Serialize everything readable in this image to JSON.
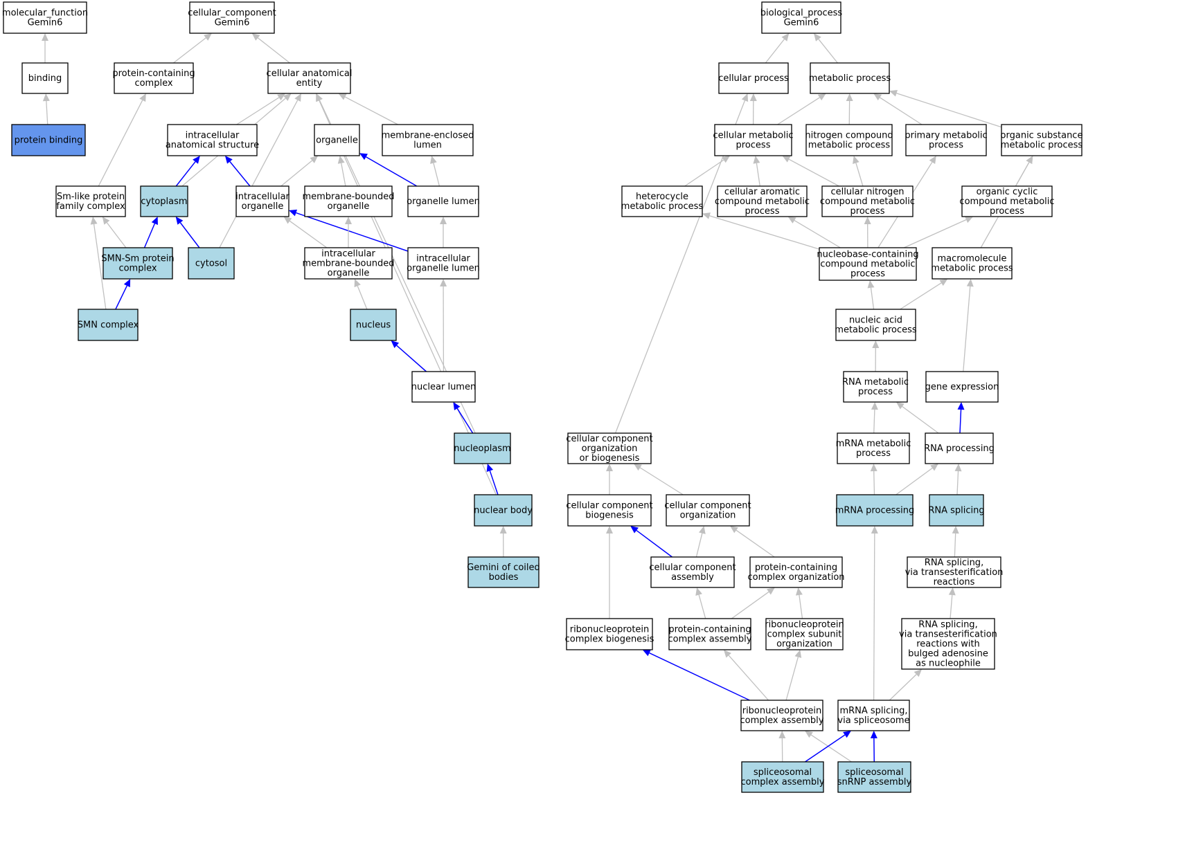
{
  "colors": {
    "default_fill": "#ffffff",
    "annotated_fill": "#add8e6",
    "primary_fill": "#6495ed",
    "gray_edge": "#c0c0c0",
    "blue_edge": "#0000ff"
  },
  "nodes": [
    {
      "id": "mf",
      "lines": [
        "molecular_function",
        "Gemin6"
      ],
      "fill": "default"
    },
    {
      "id": "binding",
      "lines": [
        "binding"
      ],
      "fill": "default"
    },
    {
      "id": "protein_binding",
      "lines": [
        "protein binding"
      ],
      "fill": "primary"
    },
    {
      "id": "cc",
      "lines": [
        "cellular_component",
        "Gemin6"
      ],
      "fill": "default"
    },
    {
      "id": "pcc",
      "lines": [
        "protein-containing",
        "complex"
      ],
      "fill": "default"
    },
    {
      "id": "cae",
      "lines": [
        "cellular anatomical",
        "entity"
      ],
      "fill": "default"
    },
    {
      "id": "ias",
      "lines": [
        "intracellular",
        "anatomical structure"
      ],
      "fill": "default"
    },
    {
      "id": "organelle",
      "lines": [
        "organelle"
      ],
      "fill": "default"
    },
    {
      "id": "mel",
      "lines": [
        "membrane-enclosed",
        "lumen"
      ],
      "fill": "default"
    },
    {
      "id": "smlike",
      "lines": [
        "Sm-like protein",
        "family complex"
      ],
      "fill": "default"
    },
    {
      "id": "cytoplasm",
      "lines": [
        "cytoplasm"
      ],
      "fill": "annotated"
    },
    {
      "id": "io",
      "lines": [
        "intracellular",
        "organelle"
      ],
      "fill": "default"
    },
    {
      "id": "mbo",
      "lines": [
        "membrane-bounded",
        "organelle"
      ],
      "fill": "default"
    },
    {
      "id": "ol",
      "lines": [
        "organelle lumen"
      ],
      "fill": "default"
    },
    {
      "id": "smnsm",
      "lines": [
        "SMN-Sm protein",
        "complex"
      ],
      "fill": "annotated"
    },
    {
      "id": "cytosol",
      "lines": [
        "cytosol"
      ],
      "fill": "annotated"
    },
    {
      "id": "imbo",
      "lines": [
        "intracellular",
        "membrane-bounded",
        "organelle"
      ],
      "fill": "default"
    },
    {
      "id": "iol",
      "lines": [
        "intracellular",
        "organelle lumen"
      ],
      "fill": "default"
    },
    {
      "id": "smn",
      "lines": [
        "SMN complex"
      ],
      "fill": "annotated"
    },
    {
      "id": "nucleus",
      "lines": [
        "nucleus"
      ],
      "fill": "annotated"
    },
    {
      "id": "nl",
      "lines": [
        "nuclear lumen"
      ],
      "fill": "default"
    },
    {
      "id": "np",
      "lines": [
        "nucleoplasm"
      ],
      "fill": "annotated"
    },
    {
      "id": "nb",
      "lines": [
        "nuclear body"
      ],
      "fill": "annotated"
    },
    {
      "id": "gemini",
      "lines": [
        "Gemini of coiled",
        "bodies"
      ],
      "fill": "annotated"
    },
    {
      "id": "bp",
      "lines": [
        "biological_process",
        "Gemin6"
      ],
      "fill": "default"
    },
    {
      "id": "cp",
      "lines": [
        "cellular process"
      ],
      "fill": "default"
    },
    {
      "id": "mp",
      "lines": [
        "metabolic process"
      ],
      "fill": "default"
    },
    {
      "id": "cmp",
      "lines": [
        "cellular metabolic",
        "process"
      ],
      "fill": "default"
    },
    {
      "id": "ncmp",
      "lines": [
        "nitrogen compound",
        "metabolic process"
      ],
      "fill": "default"
    },
    {
      "id": "pmp",
      "lines": [
        "primary metabolic",
        "process"
      ],
      "fill": "default"
    },
    {
      "id": "osmp",
      "lines": [
        "organic substance",
        "metabolic process"
      ],
      "fill": "default"
    },
    {
      "id": "hmp",
      "lines": [
        "heterocycle",
        "metabolic process"
      ],
      "fill": "default"
    },
    {
      "id": "cacmp",
      "lines": [
        "cellular aromatic",
        "compound metabolic",
        "process"
      ],
      "fill": "default"
    },
    {
      "id": "cncmp",
      "lines": [
        "cellular nitrogen",
        "compound metabolic",
        "process"
      ],
      "fill": "default"
    },
    {
      "id": "occmp",
      "lines": [
        "organic cyclic",
        "compound metabolic",
        "process"
      ],
      "fill": "default"
    },
    {
      "id": "nbccmp",
      "lines": [
        "nucleobase-containing",
        "compound metabolic",
        "process"
      ],
      "fill": "default"
    },
    {
      "id": "mmp",
      "lines": [
        "macromolecule",
        "metabolic process"
      ],
      "fill": "default"
    },
    {
      "id": "namp",
      "lines": [
        "nucleic acid",
        "metabolic process"
      ],
      "fill": "default"
    },
    {
      "id": "rmp",
      "lines": [
        "RNA metabolic",
        "process"
      ],
      "fill": "default"
    },
    {
      "id": "ge",
      "lines": [
        "gene expression"
      ],
      "fill": "default"
    },
    {
      "id": "ccob",
      "lines": [
        "cellular component",
        "organization",
        "or biogenesis"
      ],
      "fill": "default"
    },
    {
      "id": "mrnamp",
      "lines": [
        "mRNA metabolic",
        "process"
      ],
      "fill": "default"
    },
    {
      "id": "rp",
      "lines": [
        "RNA processing"
      ],
      "fill": "default"
    },
    {
      "id": "ccb",
      "lines": [
        "cellular component",
        "biogenesis"
      ],
      "fill": "default"
    },
    {
      "id": "cco",
      "lines": [
        "cellular component",
        "organization"
      ],
      "fill": "default"
    },
    {
      "id": "mrnaproc",
      "lines": [
        "mRNA processing"
      ],
      "fill": "annotated"
    },
    {
      "id": "rs",
      "lines": [
        "RNA splicing"
      ],
      "fill": "annotated"
    },
    {
      "id": "cca",
      "lines": [
        "cellular component",
        "assembly"
      ],
      "fill": "default"
    },
    {
      "id": "pcco",
      "lines": [
        "protein-containing",
        "complex organization"
      ],
      "fill": "default"
    },
    {
      "id": "rsvt",
      "lines": [
        "RNA splicing,",
        "via transesterification",
        "reactions"
      ],
      "fill": "default"
    },
    {
      "id": "rcb",
      "lines": [
        "ribonucleoprotein",
        "complex biogenesis"
      ],
      "fill": "default"
    },
    {
      "id": "pcca",
      "lines": [
        "protein-containing",
        "complex assembly"
      ],
      "fill": "default"
    },
    {
      "id": "rcso",
      "lines": [
        "ribonucleoprotein",
        "complex subunit",
        "organization"
      ],
      "fill": "default"
    },
    {
      "id": "rsvtb",
      "lines": [
        "RNA splicing,",
        "via transesterification",
        "reactions with",
        "bulged adenosine",
        "as nucleophile"
      ],
      "fill": "default"
    },
    {
      "id": "rca",
      "lines": [
        "ribonucleoprotein",
        "complex assembly"
      ],
      "fill": "default"
    },
    {
      "id": "msvs",
      "lines": [
        "mRNA splicing,",
        "via spliceosome"
      ],
      "fill": "default"
    },
    {
      "id": "sca",
      "lines": [
        "spliceosomal",
        "complex assembly"
      ],
      "fill": "annotated"
    },
    {
      "id": "ssa",
      "lines": [
        "spliceosomal",
        "snRNP assembly"
      ],
      "fill": "annotated"
    }
  ],
  "edges": [
    {
      "from": "binding",
      "to": "mf",
      "color": "gray"
    },
    {
      "from": "protein_binding",
      "to": "binding",
      "color": "gray"
    },
    {
      "from": "pcc",
      "to": "cc",
      "color": "gray"
    },
    {
      "from": "cae",
      "to": "cc",
      "color": "gray"
    },
    {
      "from": "smlike",
      "to": "pcc",
      "color": "gray"
    },
    {
      "from": "ias",
      "to": "cae",
      "color": "gray"
    },
    {
      "from": "organelle",
      "to": "cae",
      "color": "gray"
    },
    {
      "from": "mel",
      "to": "cae",
      "color": "gray"
    },
    {
      "from": "cytoplasm",
      "to": "cae",
      "color": "gray"
    },
    {
      "from": "cytosol",
      "to": "cae",
      "color": "gray"
    },
    {
      "from": "np",
      "to": "cae",
      "color": "gray"
    },
    {
      "from": "nb",
      "to": "cae",
      "color": "gray"
    },
    {
      "from": "cytoplasm",
      "to": "ias",
      "color": "blue"
    },
    {
      "from": "io",
      "to": "ias",
      "color": "blue"
    },
    {
      "from": "io",
      "to": "organelle",
      "color": "gray"
    },
    {
      "from": "mbo",
      "to": "organelle",
      "color": "gray"
    },
    {
      "from": "ol",
      "to": "organelle",
      "color": "blue"
    },
    {
      "from": "ol",
      "to": "mel",
      "color": "gray"
    },
    {
      "from": "smnsm",
      "to": "smlike",
      "color": "gray"
    },
    {
      "from": "smn",
      "to": "smlike",
      "color": "gray"
    },
    {
      "from": "smnsm",
      "to": "cytoplasm",
      "color": "blue"
    },
    {
      "from": "cytosol",
      "to": "cytoplasm",
      "color": "blue"
    },
    {
      "from": "imbo",
      "to": "io",
      "color": "gray"
    },
    {
      "from": "iol",
      "to": "io",
      "color": "blue"
    },
    {
      "from": "imbo",
      "to": "mbo",
      "color": "gray"
    },
    {
      "from": "iol",
      "to": "ol",
      "color": "gray"
    },
    {
      "from": "smn",
      "to": "smnsm",
      "color": "blue"
    },
    {
      "from": "nucleus",
      "to": "imbo",
      "color": "gray"
    },
    {
      "from": "nl",
      "to": "iol",
      "color": "gray"
    },
    {
      "from": "nl",
      "to": "nucleus",
      "color": "blue"
    },
    {
      "from": "np",
      "to": "nl",
      "color": "blue"
    },
    {
      "from": "nb",
      "to": "np",
      "color": "blue"
    },
    {
      "from": "gemini",
      "to": "nb",
      "color": "gray"
    },
    {
      "from": "cp",
      "to": "bp",
      "color": "gray"
    },
    {
      "from": "mp",
      "to": "bp",
      "color": "gray"
    },
    {
      "from": "cmp",
      "to": "cp",
      "color": "gray"
    },
    {
      "from": "ccob",
      "to": "cp",
      "color": "gray"
    },
    {
      "from": "cmp",
      "to": "mp",
      "color": "gray"
    },
    {
      "from": "ncmp",
      "to": "mp",
      "color": "gray"
    },
    {
      "from": "pmp",
      "to": "mp",
      "color": "gray"
    },
    {
      "from": "osmp",
      "to": "mp",
      "color": "gray"
    },
    {
      "from": "hmp",
      "to": "cmp",
      "color": "gray"
    },
    {
      "from": "cacmp",
      "to": "cmp",
      "color": "gray"
    },
    {
      "from": "cncmp",
      "to": "cmp",
      "color": "gray"
    },
    {
      "from": "cncmp",
      "to": "ncmp",
      "color": "gray"
    },
    {
      "from": "nbccmp",
      "to": "pmp",
      "color": "gray"
    },
    {
      "from": "occmp",
      "to": "osmp",
      "color": "gray"
    },
    {
      "from": "mmp",
      "to": "osmp",
      "color": "gray"
    },
    {
      "from": "nbccmp",
      "to": "hmp",
      "color": "gray"
    },
    {
      "from": "nbccmp",
      "to": "cacmp",
      "color": "gray"
    },
    {
      "from": "nbccmp",
      "to": "cncmp",
      "color": "gray"
    },
    {
      "from": "nbccmp",
      "to": "occmp",
      "color": "gray"
    },
    {
      "from": "namp",
      "to": "nbccmp",
      "color": "gray"
    },
    {
      "from": "namp",
      "to": "mmp",
      "color": "gray"
    },
    {
      "from": "ge",
      "to": "mmp",
      "color": "gray"
    },
    {
      "from": "rmp",
      "to": "namp",
      "color": "gray"
    },
    {
      "from": "mrnamp",
      "to": "rmp",
      "color": "gray"
    },
    {
      "from": "rp",
      "to": "rmp",
      "color": "gray"
    },
    {
      "from": "rp",
      "to": "ge",
      "color": "blue"
    },
    {
      "from": "ccb",
      "to": "ccob",
      "color": "gray"
    },
    {
      "from": "cco",
      "to": "ccob",
      "color": "gray"
    },
    {
      "from": "mrnaproc",
      "to": "mrnamp",
      "color": "gray"
    },
    {
      "from": "mrnaproc",
      "to": "rp",
      "color": "gray"
    },
    {
      "from": "rs",
      "to": "rp",
      "color": "gray"
    },
    {
      "from": "cca",
      "to": "ccb",
      "color": "blue"
    },
    {
      "from": "rcb",
      "to": "ccb",
      "color": "gray"
    },
    {
      "from": "cca",
      "to": "cco",
      "color": "gray"
    },
    {
      "from": "pcco",
      "to": "cco",
      "color": "gray"
    },
    {
      "from": "msvs",
      "to": "mrnaproc",
      "color": "gray"
    },
    {
      "from": "rsvt",
      "to": "rs",
      "color": "gray"
    },
    {
      "from": "pcca",
      "to": "cca",
      "color": "gray"
    },
    {
      "from": "pcca",
      "to": "pcco",
      "color": "gray"
    },
    {
      "from": "rcso",
      "to": "pcco",
      "color": "gray"
    },
    {
      "from": "rsvtb",
      "to": "rsvt",
      "color": "gray"
    },
    {
      "from": "rca",
      "to": "rcb",
      "color": "blue"
    },
    {
      "from": "rca",
      "to": "pcca",
      "color": "gray"
    },
    {
      "from": "rca",
      "to": "rcso",
      "color": "gray"
    },
    {
      "from": "msvs",
      "to": "rsvtb",
      "color": "gray"
    },
    {
      "from": "sca",
      "to": "rca",
      "color": "gray"
    },
    {
      "from": "ssa",
      "to": "rca",
      "color": "gray"
    },
    {
      "from": "sca",
      "to": "msvs",
      "color": "blue"
    },
    {
      "from": "ssa",
      "to": "msvs",
      "color": "blue"
    }
  ]
}
